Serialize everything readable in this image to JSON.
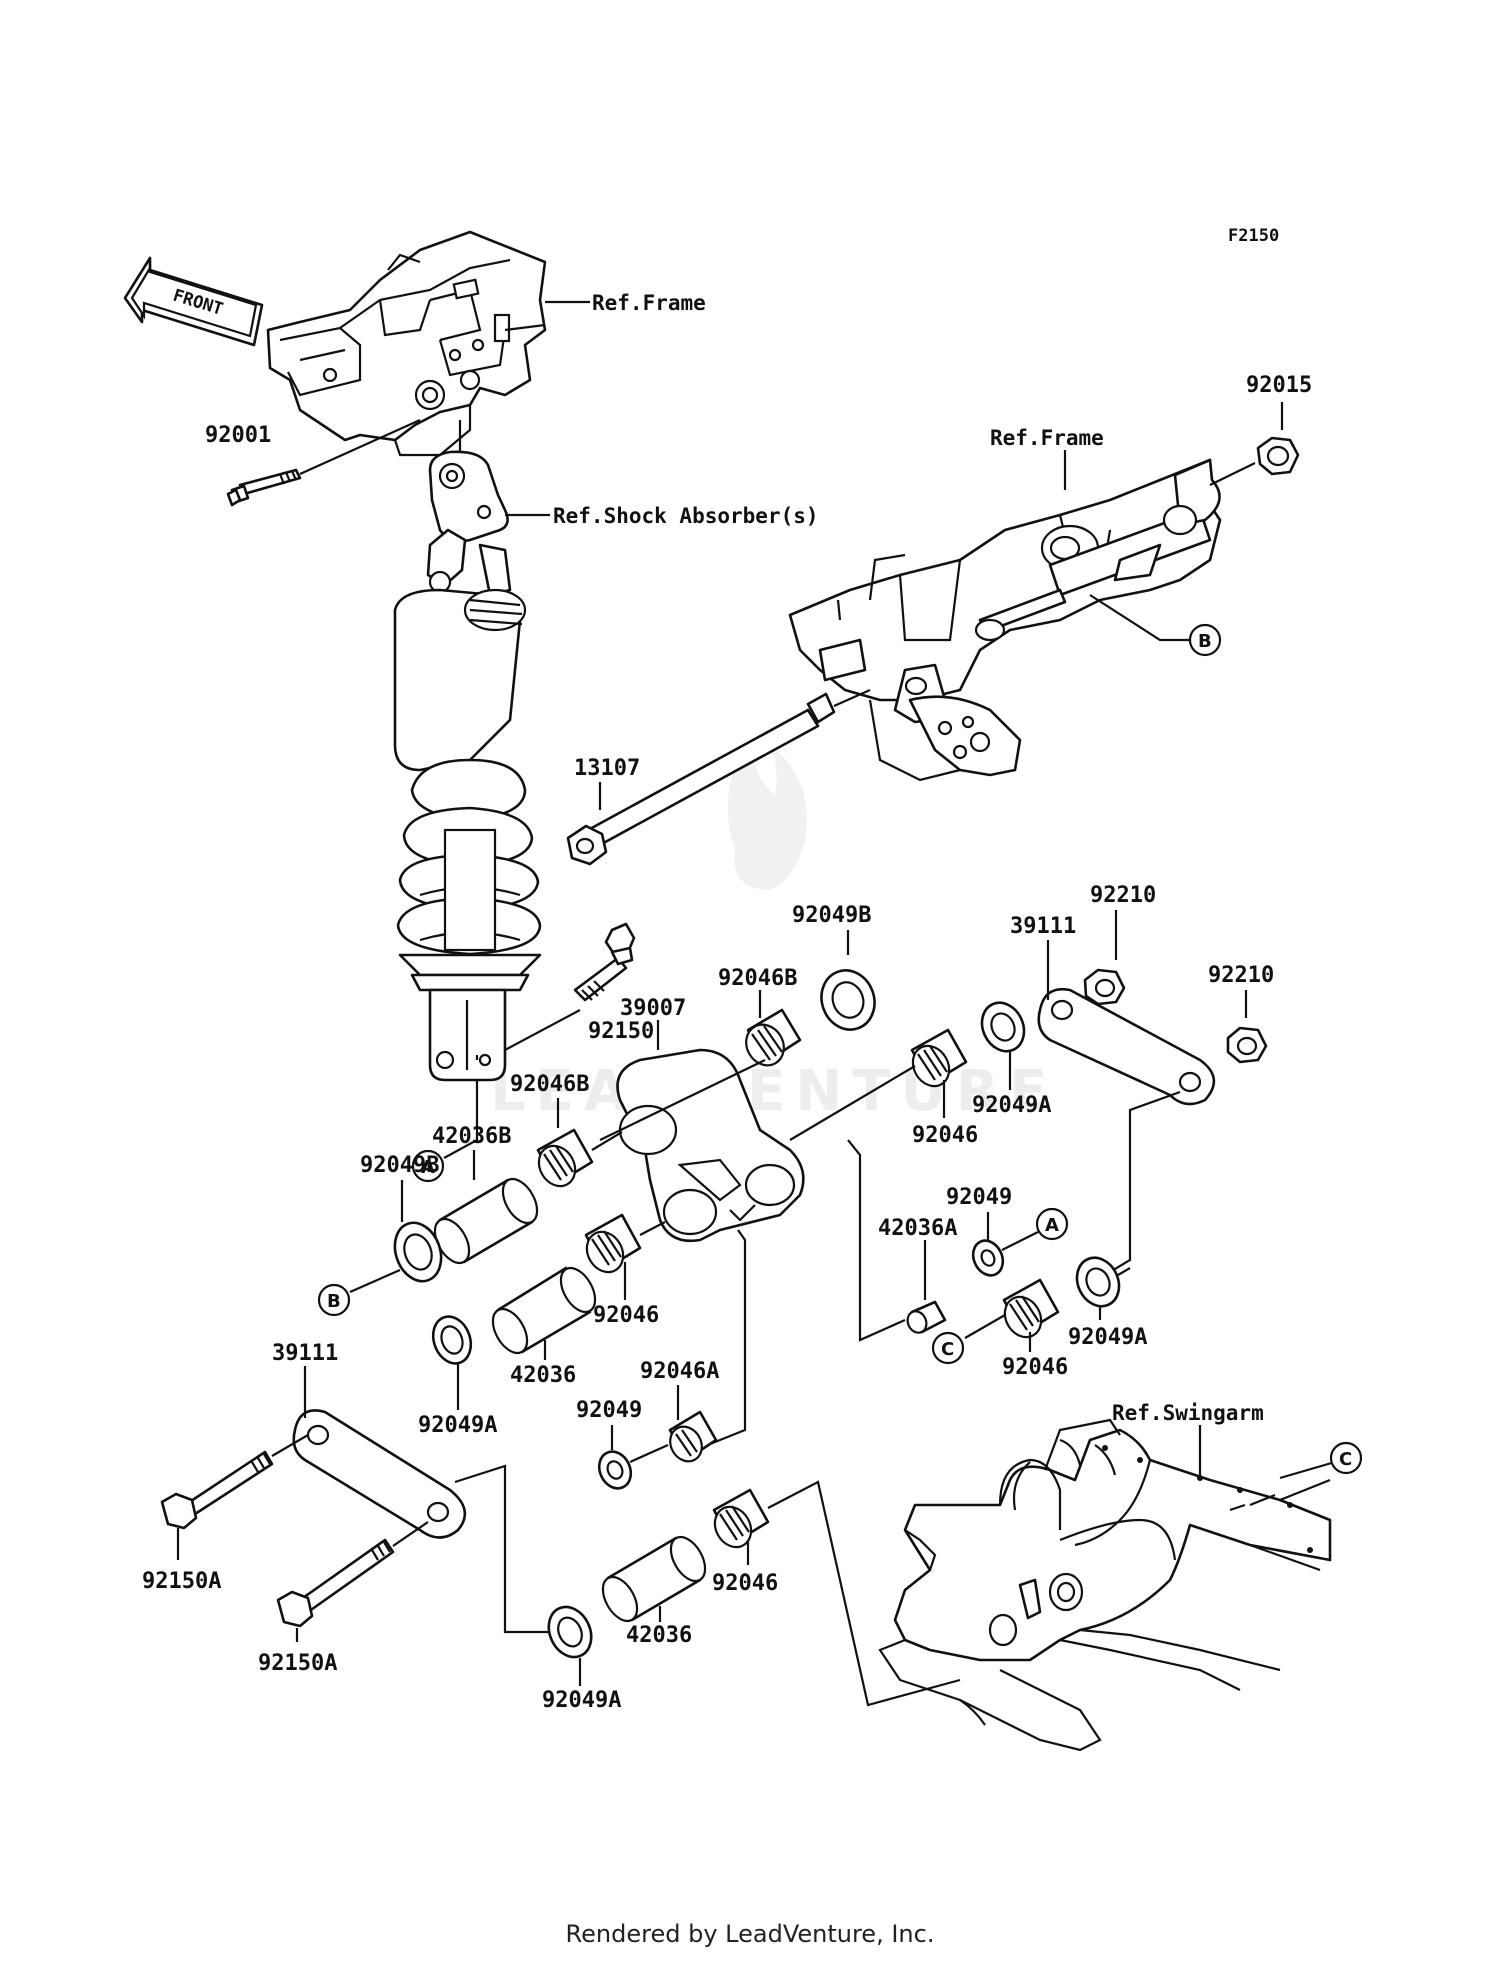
{
  "diagram_code": "F2150",
  "front_arrow": "FRONT",
  "watermark": "LEADVENTURE",
  "footer": "Rendered by LeadVenture, Inc.",
  "refs": {
    "frame_top": "Ref.Frame",
    "frame_right": "Ref.Frame",
    "shock": "Ref.Shock Absorber(s)",
    "swingarm": "Ref.Swingarm"
  },
  "callouts": {
    "A": "A",
    "B": "B",
    "C": "C"
  },
  "parts": [
    "92001",
    "92015",
    "13107",
    "92150",
    "92049B",
    "92046B",
    "39007",
    "92210",
    "39111",
    "92210",
    "92049A",
    "92046",
    "92046B",
    "42036B",
    "92049B",
    "92049",
    "42036A",
    "92046",
    "92049A",
    "92046",
    "42036",
    "92049A",
    "92046A",
    "92049",
    "39111",
    "92150A",
    "92150A",
    "92046",
    "42036",
    "92049A"
  ]
}
